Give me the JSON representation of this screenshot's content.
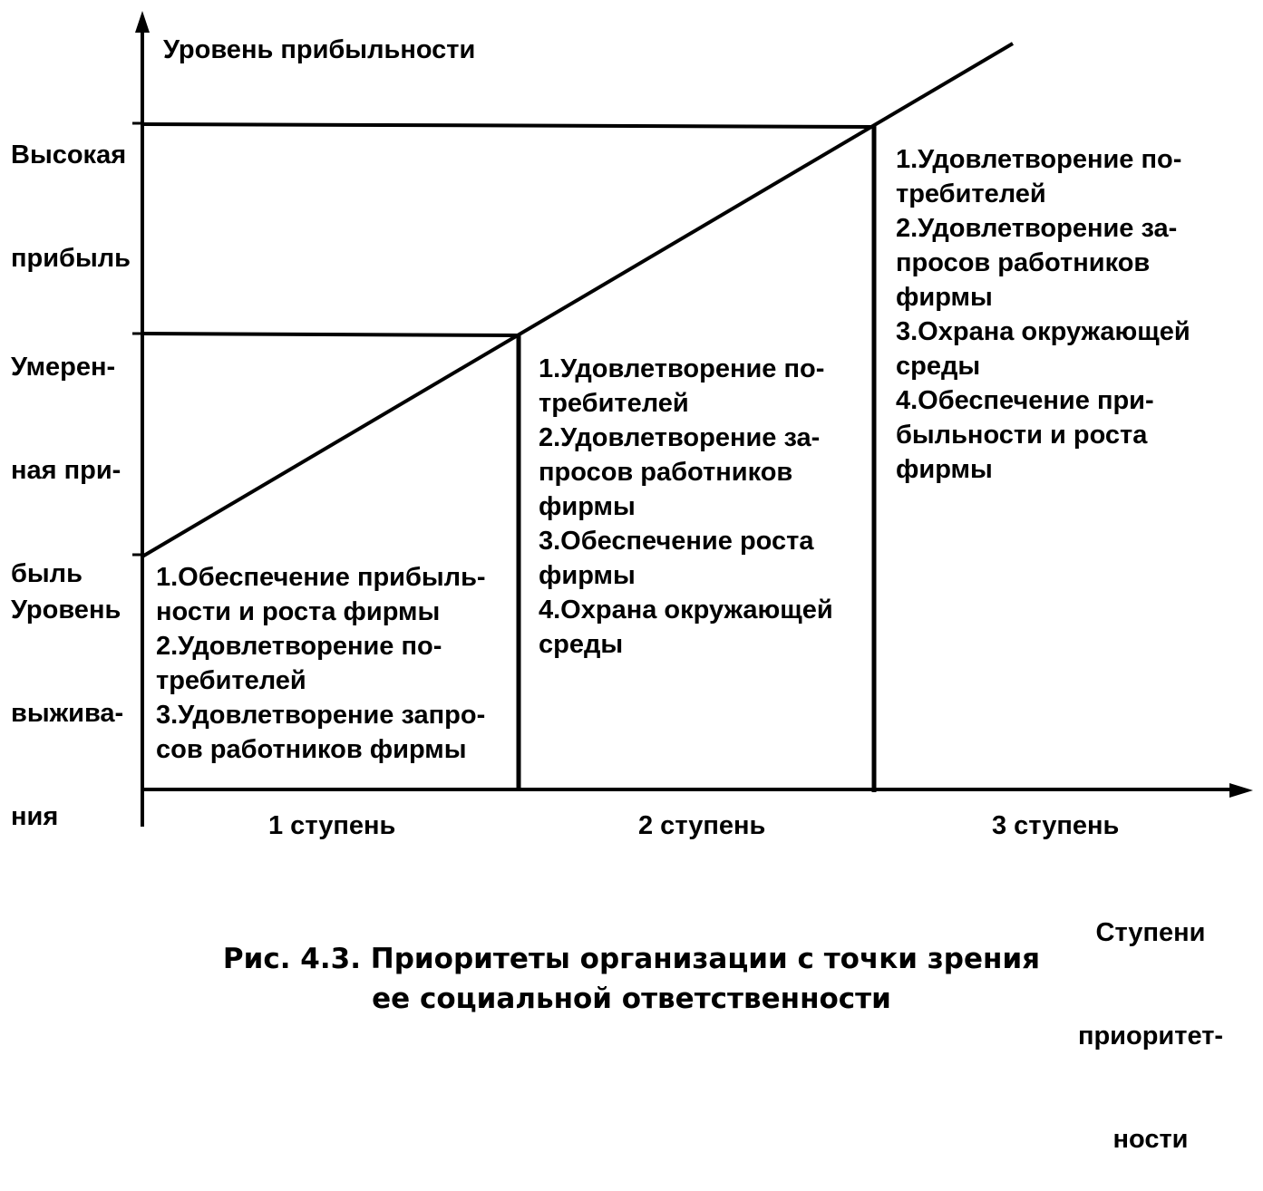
{
  "diagram": {
    "y_axis_title": "Уровень прибыльности",
    "x_axis_title": [
      "Ступени",
      "приоритет-",
      "ности"
    ],
    "y_levels": {
      "high": [
        "Высокая",
        "прибыль"
      ],
      "moderate": [
        "Умерен-",
        "ная при-",
        "быль"
      ],
      "survival": [
        "Уровень",
        "выжива-",
        "ния"
      ]
    },
    "stages": [
      "1 ступень",
      "2 ступень",
      "3 ступень"
    ],
    "stage1_priorities": "1.Обеспечение прибыль-\nности и роста фирмы\n2.Удовлетворение по-\nтребителей\n3.Удовлетворение запро-\nсов работников фирмы",
    "stage2_priorities": "1.Удовлетворение по-\nтребителей\n2.Удовлетворение за-\nпросов работников\nфирмы\n3.Обеспечение роста\nфирмы\n4.Охрана окружающей\nсреды",
    "stage3_priorities": "1.Удовлетворение по-\nтребителей\n2.Удовлетворение за-\nпросов работников\nфирмы\n3.Охрана окружающей\nсреды\n4.Обеспечение при-\nбыльности и роста\nфирмы"
  },
  "caption": {
    "line1": "Рис. 4.3. Приоритеты организации с точки зрения",
    "line2": "ее социальной ответственности"
  }
}
